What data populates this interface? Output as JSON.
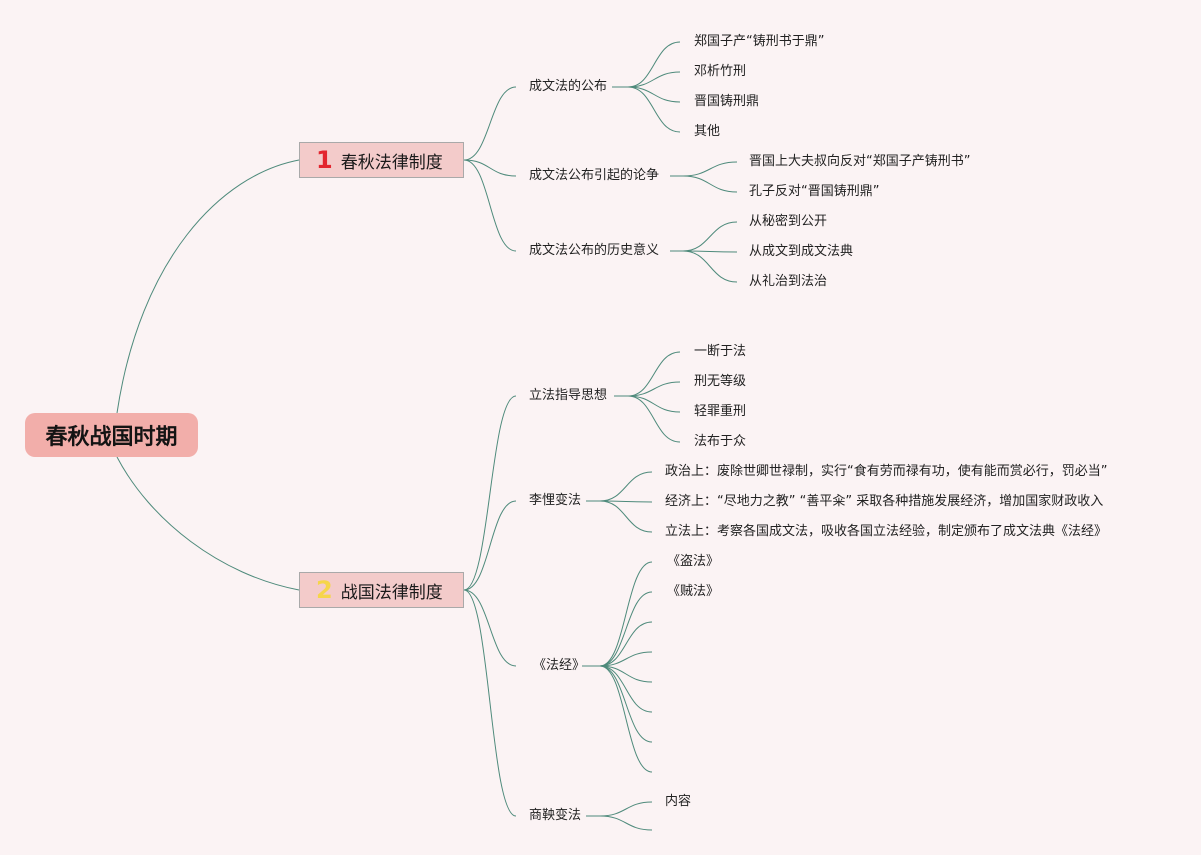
{
  "root": {
    "label": "春秋战国时期"
  },
  "branches": [
    {
      "number": "1",
      "number_color": "#e3262f",
      "label": "春秋法律制度",
      "children": [
        {
          "label": "成文法的公布",
          "children": [
            "郑国子产“铸刑书于鼎”",
            "邓析竹刑",
            "晋国铸刑鼎",
            "其他"
          ]
        },
        {
          "label": "成文法公布引起的论争",
          "children": [
            "晋国上大夫叔向反对“郑国子产铸刑书”",
            "孔子反对“晋国铸刑鼎”"
          ]
        },
        {
          "label": "成文法公布的历史意义",
          "children": [
            "从秘密到公开",
            "从成文到成文法典",
            "从礼治到法治"
          ]
        }
      ]
    },
    {
      "number": "2",
      "number_color": "#f6d54a",
      "label": "战国法律制度",
      "children": [
        {
          "label": "立法指导思想",
          "children": [
            "一断于法",
            "刑无等级",
            "轻罪重刑",
            "法布于众"
          ]
        },
        {
          "label": "李悝变法",
          "children": [
            "政治上：废除世卿世禄制，实行“食有劳而禄有功，使有能而赏必行，罚必当”",
            "经济上：“尽地力之教” “善平籴” 采取各种措施发展经济，增加国家财政收入",
            "立法上：考察各国成文法，吸收各国立法经验，制定颁布了成文法典《法经》"
          ]
        },
        {
          "label": "《法经》",
          "children": [
            "《盗法》",
            "《贼法》",
            "",
            "",
            "",
            "",
            "",
            ""
          ]
        },
        {
          "label": "商鞅变法",
          "children": [
            "内容",
            ""
          ]
        }
      ]
    }
  ],
  "colors": {
    "background": "#fbf3f4",
    "line": "#4e8a7b",
    "root_fill": "#f2aeaa",
    "branch_fill": "#f3cbca"
  }
}
